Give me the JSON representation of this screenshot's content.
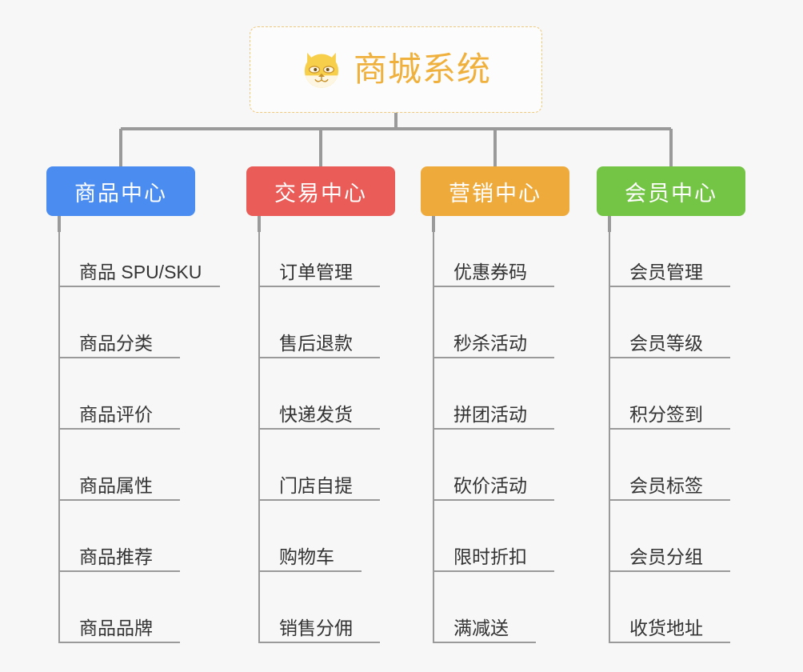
{
  "canvas": {
    "background": "#f7f7f7",
    "connector_color": "#9a9a9a"
  },
  "root": {
    "title": "商城系统",
    "icon": "shiba-dog-face-icon",
    "border_color": "#f0c878",
    "text_color": "#f0b03c",
    "background": "#fcfcfc"
  },
  "branches": [
    {
      "label": "商品中心",
      "color": "#4a8cf0",
      "items": [
        {
          "label": "商品 SPU/SKU",
          "underline_width": 202
        },
        {
          "label": "商品分类",
          "underline_width": 152
        },
        {
          "label": "商品评价",
          "underline_width": 152
        },
        {
          "label": "商品属性",
          "underline_width": 152
        },
        {
          "label": "商品推荐",
          "underline_width": 152
        },
        {
          "label": "商品品牌",
          "underline_width": 152
        }
      ]
    },
    {
      "label": "交易中心",
      "color": "#e95c57",
      "items": [
        {
          "label": "订单管理",
          "underline_width": 152
        },
        {
          "label": "售后退款",
          "underline_width": 152
        },
        {
          "label": "快递发货",
          "underline_width": 152
        },
        {
          "label": "门店自提",
          "underline_width": 152
        },
        {
          "label": "购物车",
          "underline_width": 129
        },
        {
          "label": "销售分佣",
          "underline_width": 152
        }
      ]
    },
    {
      "label": "营销中心",
      "color": "#eeab3c",
      "items": [
        {
          "label": "优惠券码",
          "underline_width": 152
        },
        {
          "label": "秒杀活动",
          "underline_width": 152
        },
        {
          "label": "拼团活动",
          "underline_width": 152
        },
        {
          "label": "砍价活动",
          "underline_width": 152
        },
        {
          "label": "限时折扣",
          "underline_width": 152
        },
        {
          "label": "满减送",
          "underline_width": 129
        }
      ]
    },
    {
      "label": "会员中心",
      "color": "#74c445",
      "items": [
        {
          "label": "会员管理",
          "underline_width": 152
        },
        {
          "label": "会员等级",
          "underline_width": 152
        },
        {
          "label": "积分签到",
          "underline_width": 152
        },
        {
          "label": "会员标签",
          "underline_width": 152
        },
        {
          "label": "会员分组",
          "underline_width": 152
        },
        {
          "label": "收货地址",
          "underline_width": 152
        }
      ]
    }
  ]
}
